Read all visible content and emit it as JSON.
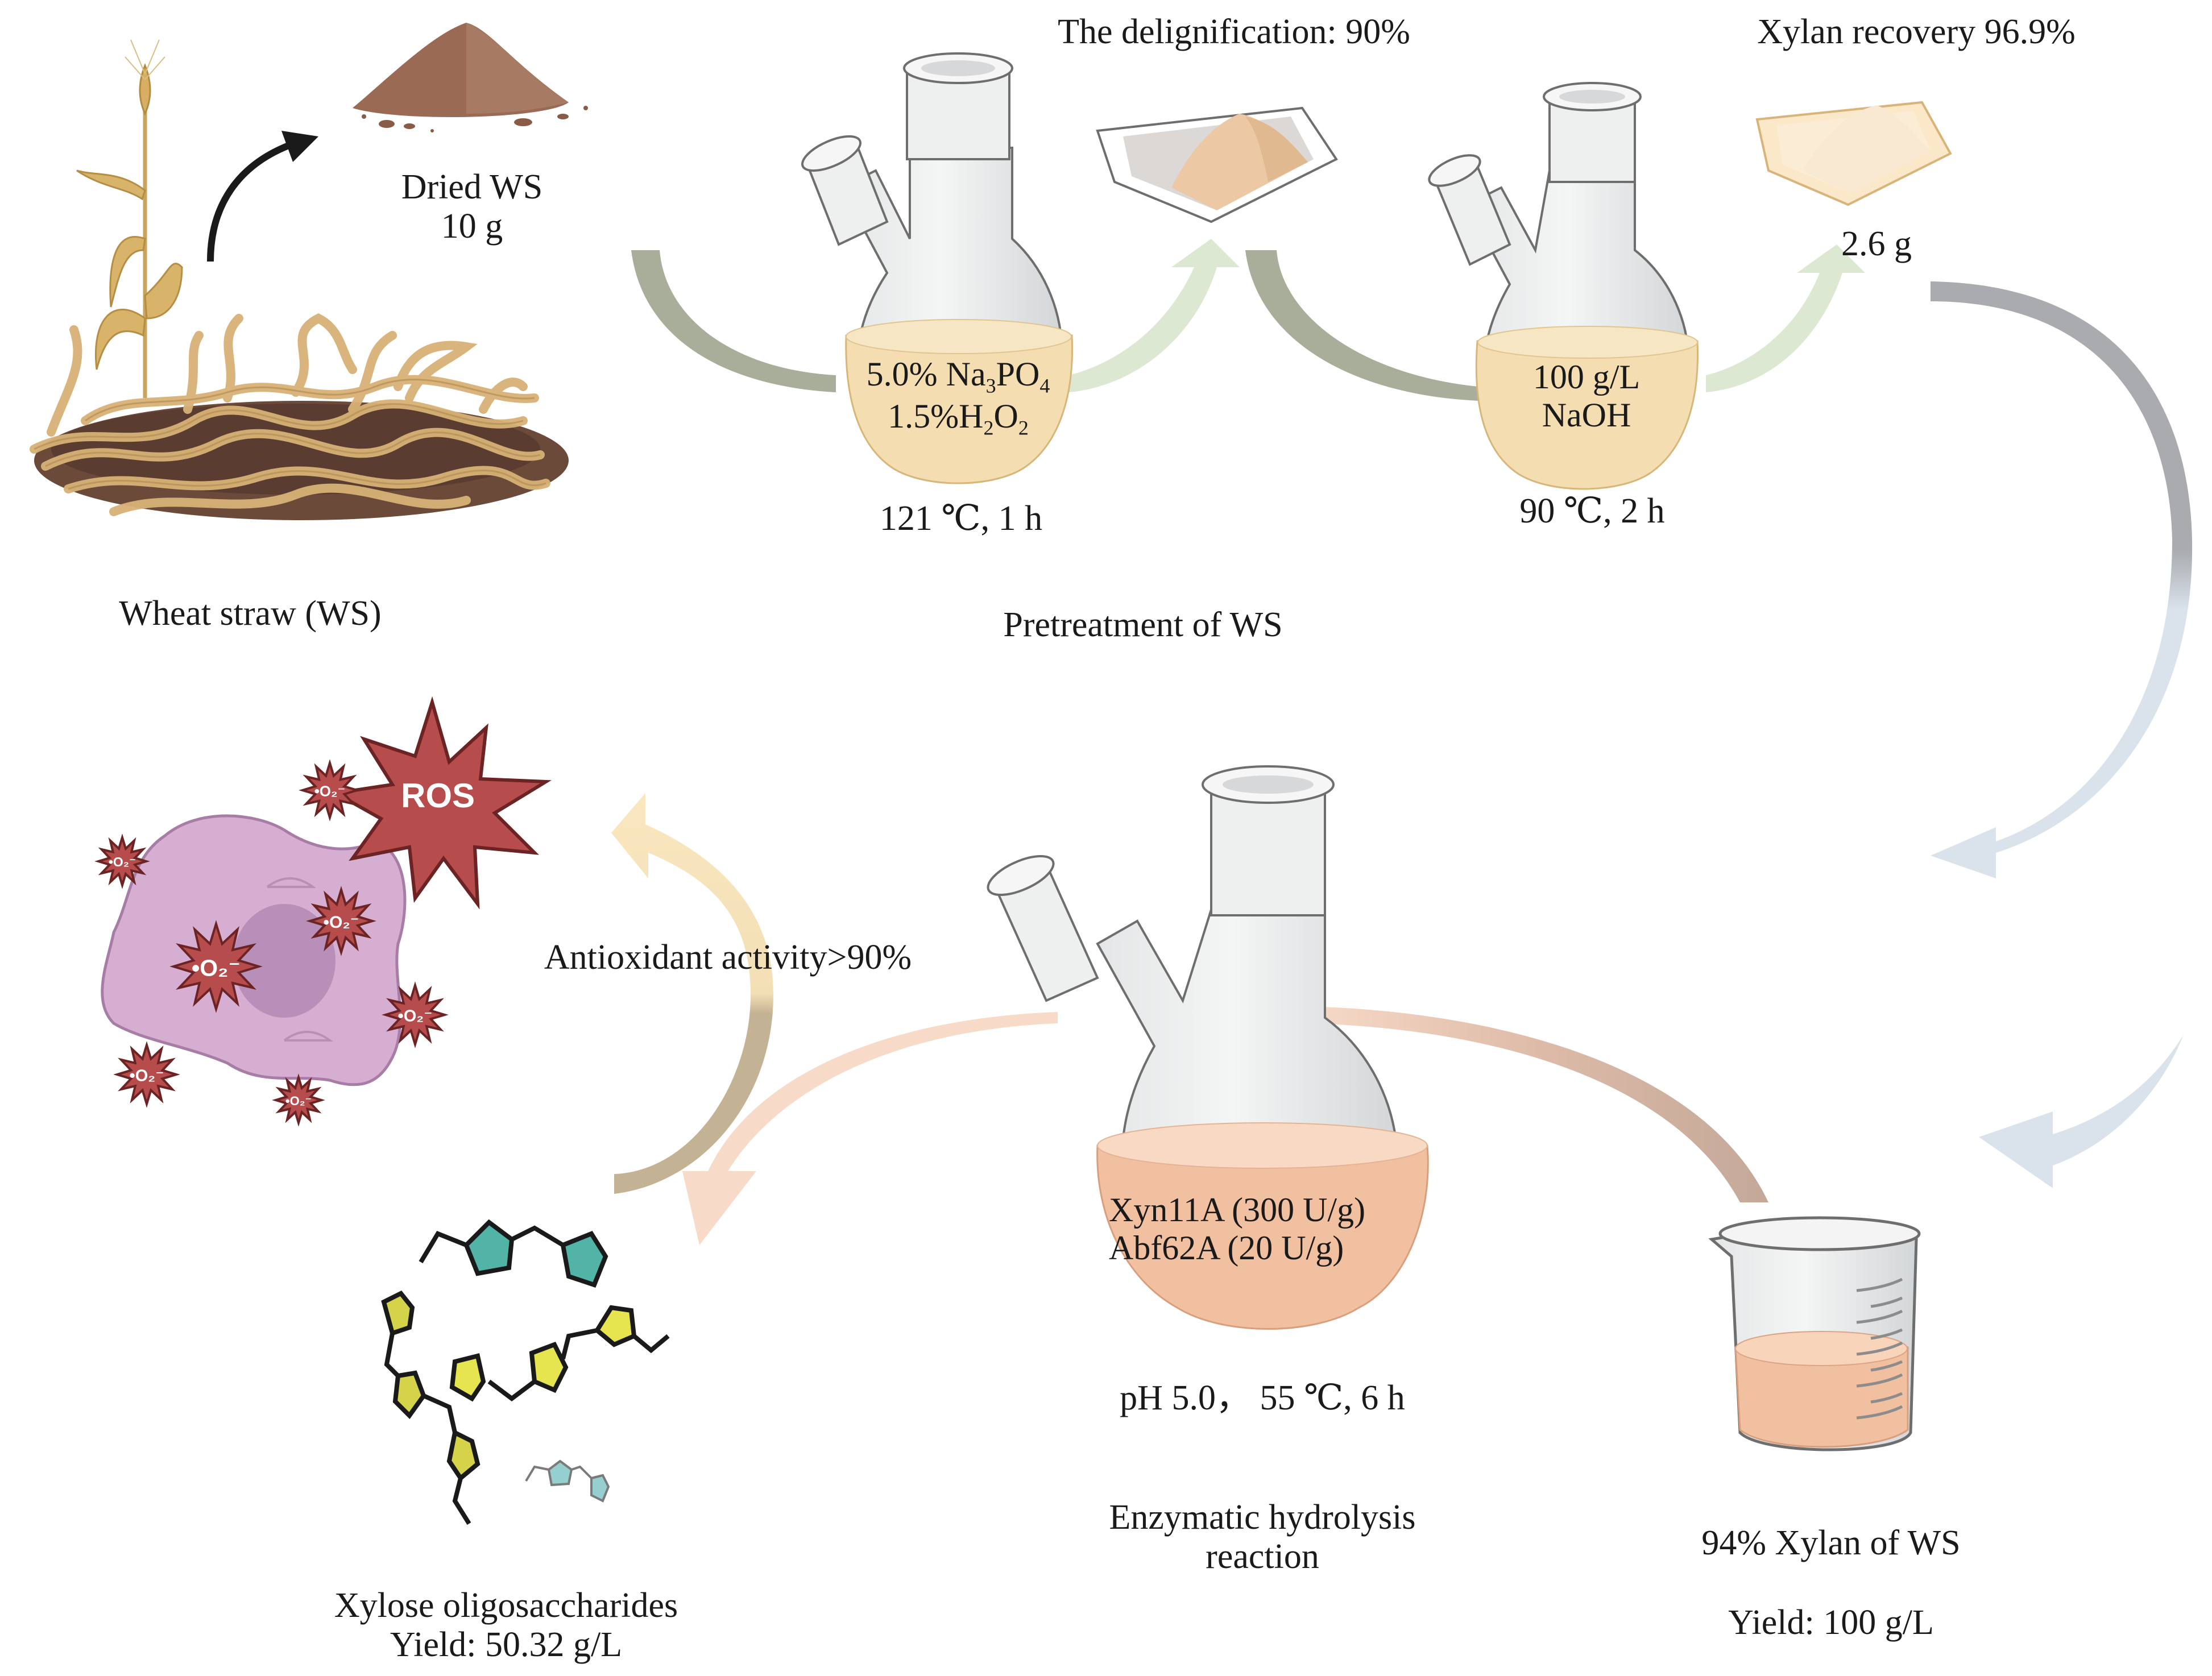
{
  "diagram": {
    "type": "process-flow",
    "stages": {
      "raw_material": {
        "label": "Wheat straw (WS)",
        "dried_label": "Dried WS",
        "dried_mass": "10 g"
      },
      "pretreatment": {
        "section_title": "Pretreatment of WS",
        "step1": {
          "reagent_line1_base": "5.0% Na",
          "reagent_line1_sub1": "3",
          "reagent_line1_mid": "PO",
          "reagent_line1_sub2": "4",
          "reagent_line2_base": "1.5%H",
          "reagent_line2_sub1": "2",
          "reagent_line2_mid": "O",
          "reagent_line2_sub2": "2",
          "conditions": "121 ℃, 1 h",
          "result": "The delignification: 90%"
        },
        "step2": {
          "reagent_line1": "100 g/L",
          "reagent_line2": "NaOH",
          "conditions": "90 ℃, 2 h",
          "result": "Xylan recovery 96.9%",
          "product_mass": "2.6 g"
        }
      },
      "xylan": {
        "label": "94% Xylan of WS",
        "yield": "Yield: 100 g/L"
      },
      "hydrolysis": {
        "enzyme1": "Xyn11A (300 U/g)",
        "enzyme2": "Abf62A (20 U/g)",
        "conditions": "pH 5.0， 55 ℃, 6 h",
        "title_line1": "Enzymatic hydrolysis",
        "title_line2": "reaction"
      },
      "product": {
        "label": "Xylose oligosaccharides",
        "yield": "Yield: 50.32 g/L"
      },
      "antioxidant": {
        "label": "Antioxidant activity>90%",
        "ros_label": "ROS",
        "radical_label": "•O₂⁻"
      }
    },
    "colors": {
      "arrow_olive": "#a9ae9a",
      "arrow_light_green": "#dde8d2",
      "arrow_gray": "#a9abae",
      "arrow_light_blue": "#dae2ec",
      "arrow_brown": "#c4a898",
      "arrow_peach": "#f8dac8",
      "arrow_cream": "#fbe7bf",
      "arrow_tan": "#c4b294",
      "liquid_yellow": "#f4ddb0",
      "liquid_peach": "#f1c0a0",
      "ros_red": "#b64c4c",
      "cell_purple": "#d5aed1",
      "sugar_teal": "#52b3a7",
      "sugar_yellow": "#e6e44f",
      "sugar_olive": "#d4d34a",
      "sugar_light_teal": "#95cfcf"
    }
  }
}
